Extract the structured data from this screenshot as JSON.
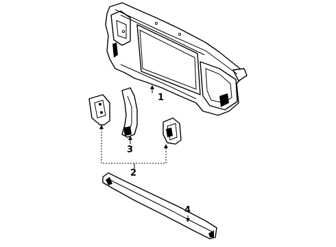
{
  "callouts": [
    {
      "id": "1",
      "label": "1"
    },
    {
      "id": "2",
      "label": "2"
    },
    {
      "id": "3",
      "label": "3"
    },
    {
      "id": "4",
      "label": "4"
    }
  ],
  "parts": [
    {
      "callout": "1"
    },
    {
      "callout": "2"
    },
    {
      "callout": "3"
    },
    {
      "callout": "4"
    }
  ]
}
